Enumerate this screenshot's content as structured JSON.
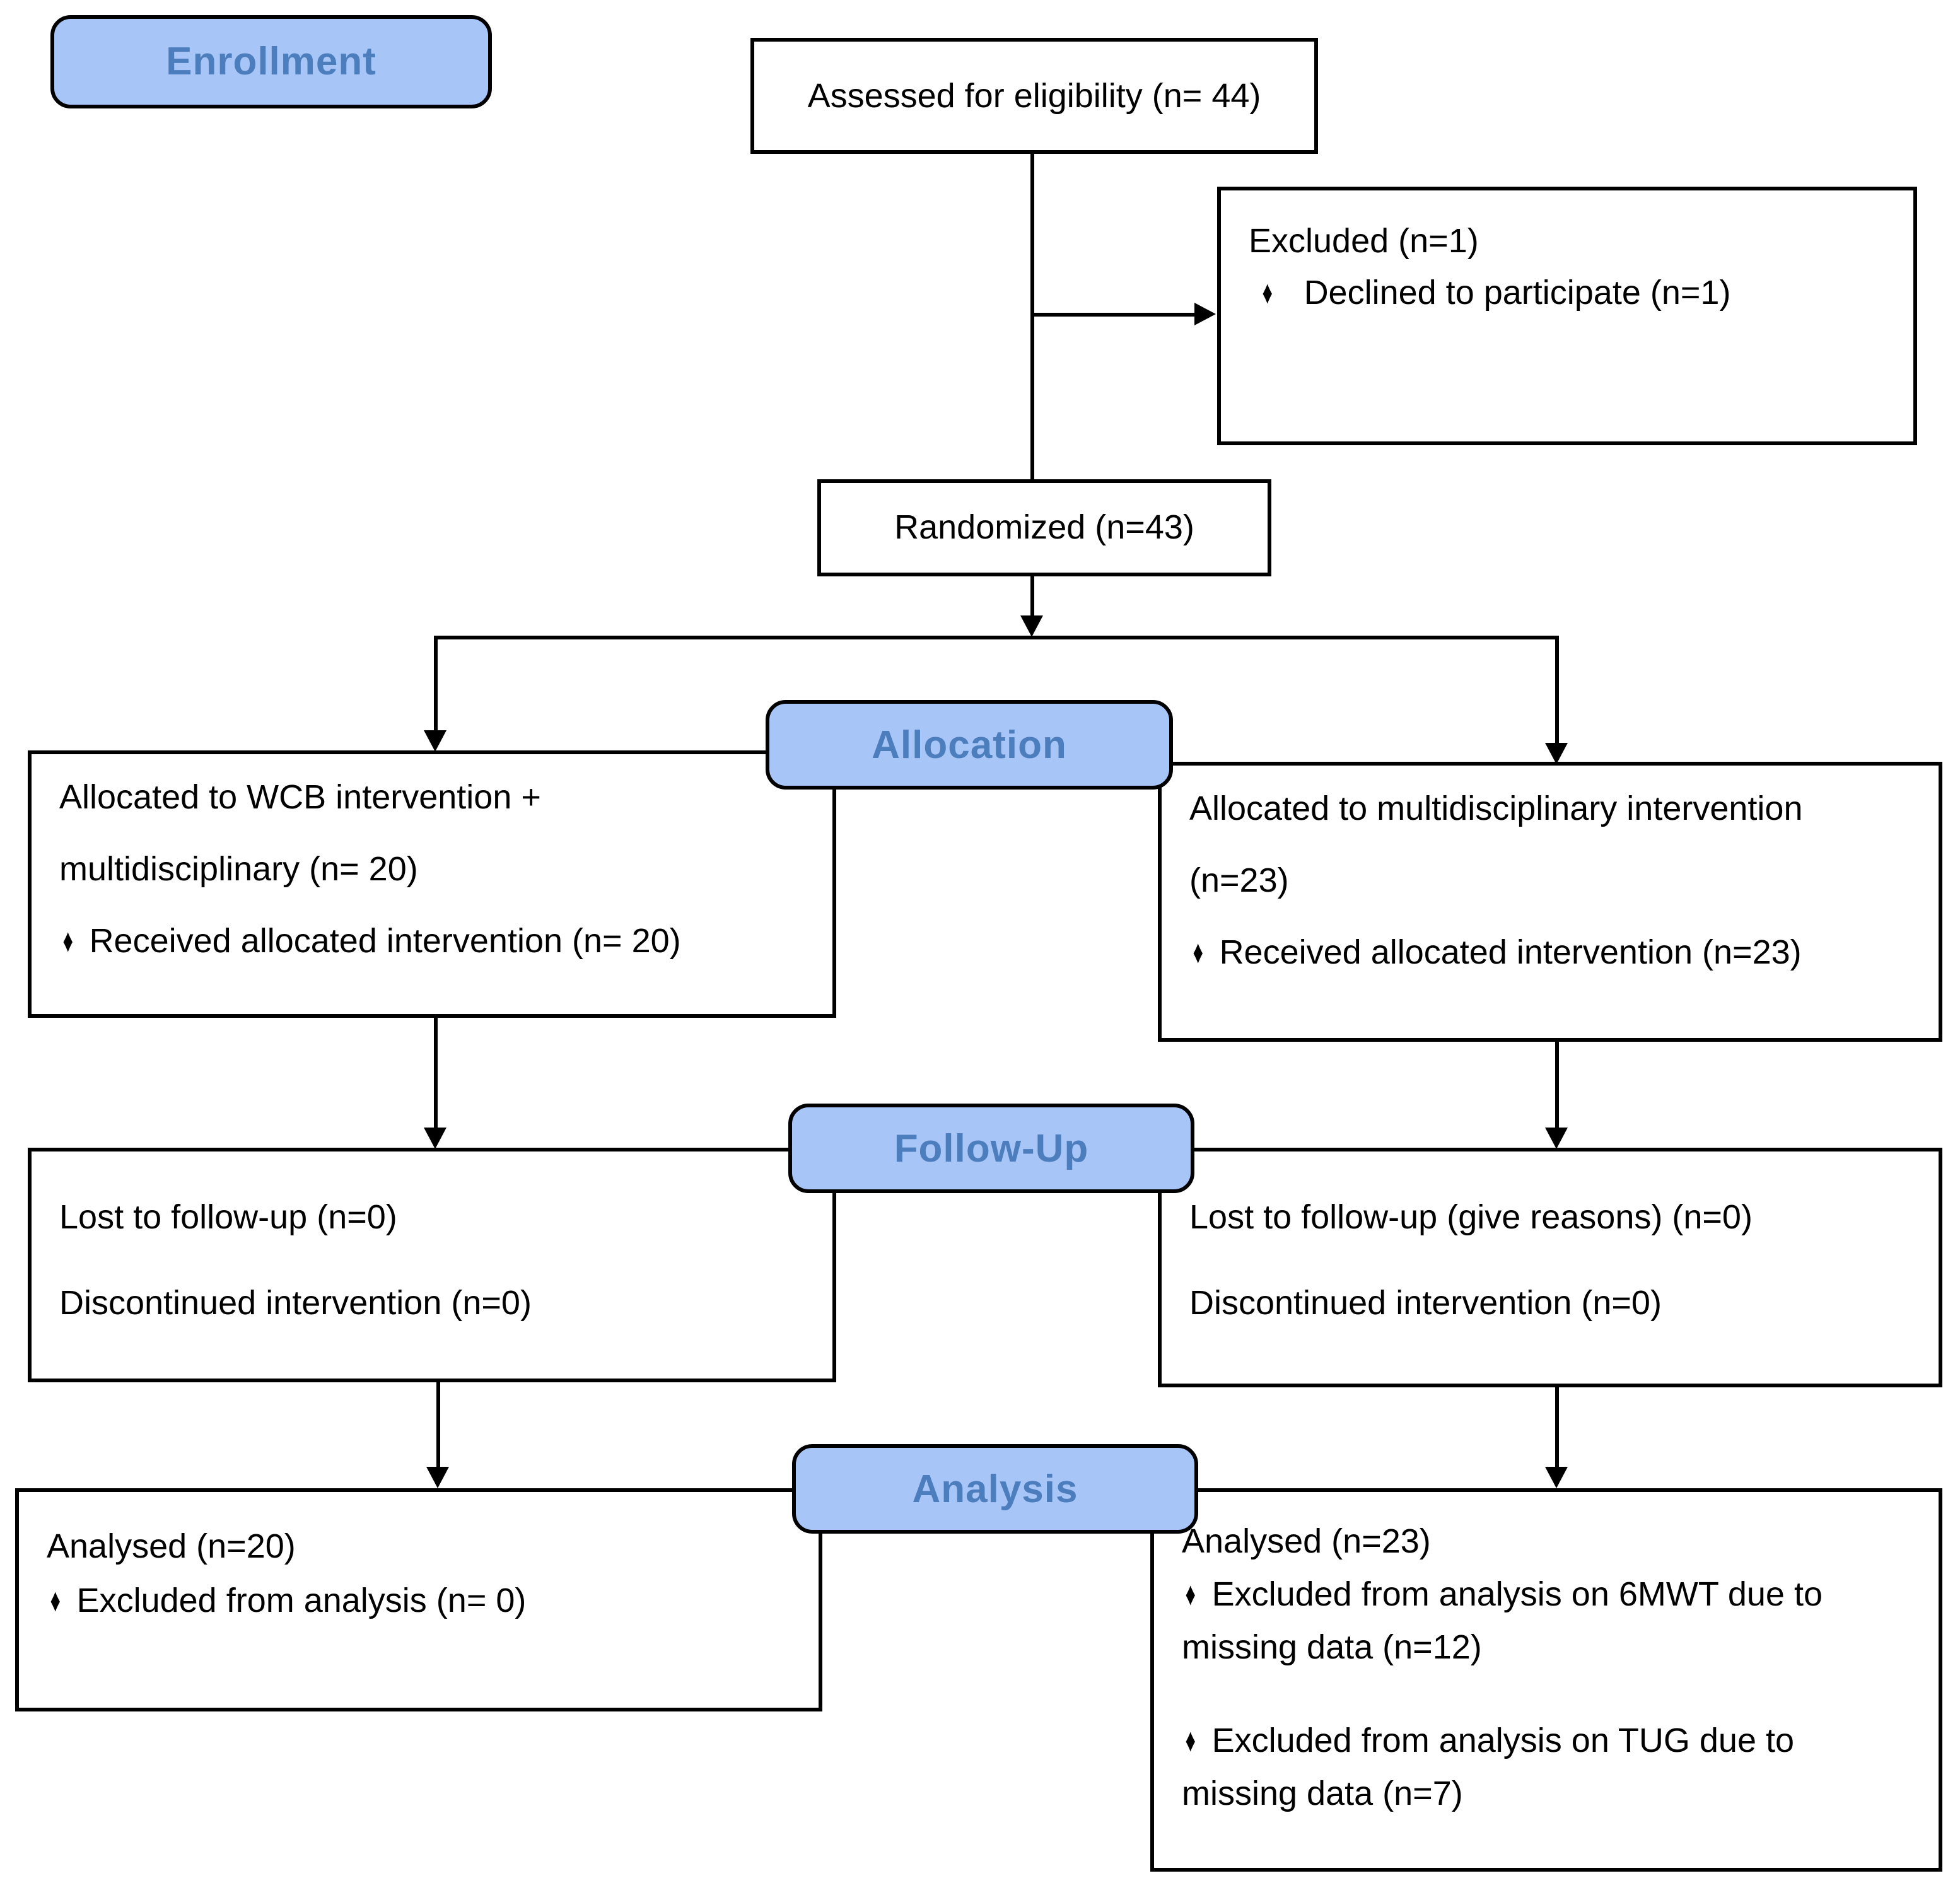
{
  "figure": {
    "kind": "CONSORT participant flow diagram"
  },
  "colors": {
    "stage_fill": "#A8C5F7",
    "stage_text": "#4C7DBD",
    "line_color": "#000000",
    "box_background": "#FFFFFF"
  },
  "bullet_char": "♦",
  "stages": {
    "enrollment": "Enrollment",
    "allocation": "Allocation",
    "followup": "Follow-Up",
    "analysis": "Analysis"
  },
  "boxes": {
    "assessed": {
      "text": "Assessed for eligibility (n= 44)"
    },
    "excluded": {
      "title": "Excluded (n=1)",
      "bullet": "Declined to participate (n=1)"
    },
    "randomized": {
      "text": "Randomized (n=43)"
    },
    "alloc_left": {
      "line1": "Allocated to WCB intervention +",
      "line2": "multidisciplinary (n= 20)",
      "bullet": "Received allocated intervention (n= 20)"
    },
    "alloc_right": {
      "line1": "Allocated to multidisciplinary intervention",
      "line2": "(n=23)",
      "bullet": "Received allocated intervention (n=23)"
    },
    "followup_left": {
      "line1": "Lost to follow-up (n=0)",
      "line2": "Discontinued intervention (n=0)"
    },
    "followup_right": {
      "line1": "Lost to follow-up (give reasons) (n=0)",
      "line2": "Discontinued intervention (n=0)"
    },
    "analysis_left": {
      "title": "Analysed (n=20)",
      "bullet": "Excluded from analysis (n= 0)"
    },
    "analysis_right": {
      "title": "Analysed (n=23)",
      "bullet1_line1": "Excluded from analysis on 6MWT due to",
      "bullet1_line2": "missing data (n=12)",
      "bullet2_line1": "Excluded from analysis on TUG due to",
      "bullet2_line2": "missing data (n=7)"
    }
  }
}
